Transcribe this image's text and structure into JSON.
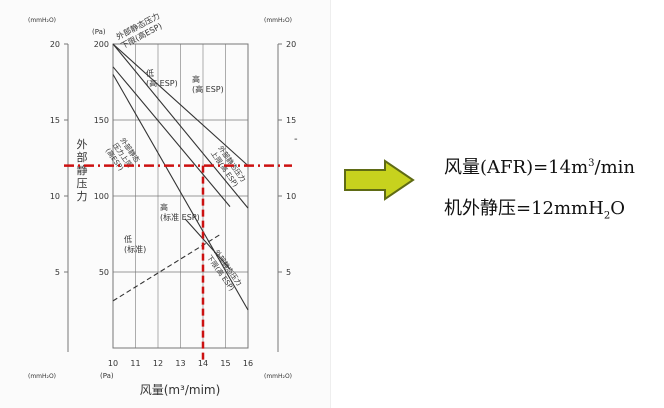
{
  "chart_data": {
    "type": "line",
    "xlabel": "风量(m³/mim)",
    "x_ticks": [
      "10",
      "11",
      "12",
      "13",
      "14",
      "15",
      "16"
    ],
    "x_unit_label": "(Pa)",
    "pa_unit_label": "(Pa)",
    "pa_ticks": [
      "200",
      "150",
      "100",
      "50"
    ],
    "left_unit_label": "(mmH₂O)",
    "right_unit_label": "(mmH₂O)",
    "mm_ticks": [
      "20",
      "15",
      "10",
      "5"
    ],
    "left_ylabel": "外部静压力",
    "xlim": [
      10,
      16
    ],
    "ylim_pa": [
      0,
      200
    ],
    "series": [
      {
        "name": "高(高ESP)",
        "style": "solid",
        "points": [
          [
            10,
            200
          ],
          [
            16,
            120
          ]
        ]
      },
      {
        "name": "高(标准ESP)",
        "style": "solid",
        "points": [
          [
            10,
            185
          ],
          [
            15.2,
            93
          ]
        ]
      },
      {
        "name": "低(高ESP)",
        "style": "solid",
        "points": [
          [
            10,
            180
          ],
          [
            16,
            25
          ]
        ]
      },
      {
        "name": "外部静压力上限(高ESP)",
        "style": "solid",
        "points": [
          [
            10,
            200
          ],
          [
            16,
            92
          ]
        ]
      },
      {
        "name": "外部静压力下限(高ESP)",
        "style": "solid",
        "points": [
          [
            13.2,
            85
          ],
          [
            15.2,
            52
          ]
        ]
      },
      {
        "name": "低(标准)",
        "style": "dashed",
        "points": [
          [
            10,
            31
          ],
          [
            14.8,
            75
          ]
        ]
      }
    ],
    "reference": {
      "x": 14,
      "y_mmH2O": 12,
      "y_pa": 120,
      "color": "#cc1111"
    },
    "annotations": {
      "upper_limit_hi": [
        "外部静态压力",
        "下限(高ESP)"
      ],
      "upper_label": [
        "高",
        "(高 ESP)"
      ],
      "low_hi_label": [
        "低",
        "(高 ESP)"
      ],
      "std_hi_label": [
        "高",
        "(标准 ESP)"
      ],
      "low_std_label": [
        "低",
        "(标准)"
      ],
      "left_diag": [
        "外部静态",
        "压力上限",
        "(高ESP)"
      ],
      "right_diag1": [
        "外部静态压力",
        "上限(高 ESP)"
      ],
      "right_diag2": [
        "外部静态压力",
        "下限(高 ESP)"
      ]
    }
  },
  "result": {
    "line1_prefix": "风量(AFR)=14m",
    "line1_sup": "3",
    "line1_suffix": "/min",
    "line2_prefix": "机外静压=12mmH",
    "line2_sub": "2",
    "line2_suffix": "O"
  },
  "colors": {
    "arrow_fill": "#c7d21e",
    "arrow_stroke": "#5f6b14",
    "grid": "#777777",
    "line": "#333333",
    "ref": "#cc1111"
  }
}
